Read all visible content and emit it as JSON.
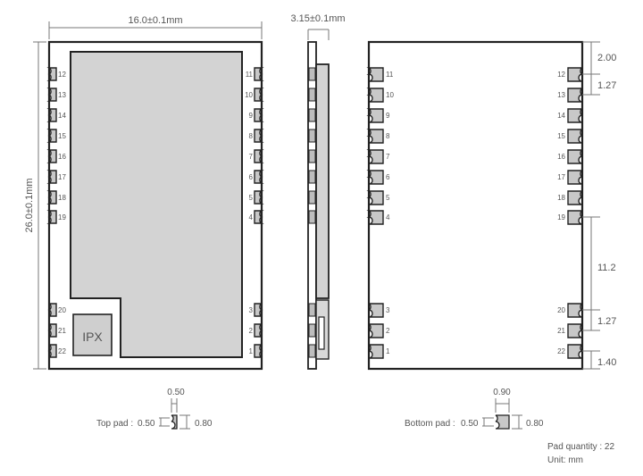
{
  "top_view": {
    "width_label": "16.0±0.1mm",
    "height_label": "26.0±0.1mm",
    "ipx_label": "IPX",
    "left_pins": [
      "12",
      "13",
      "14",
      "15",
      "16",
      "17",
      "18",
      "19",
      "20",
      "21",
      "22"
    ],
    "right_pins": [
      "11",
      "10",
      "9",
      "8",
      "7",
      "6",
      "5",
      "4",
      "3",
      "2",
      "1"
    ]
  },
  "side_view": {
    "thickness_label": "3.15±0.1mm"
  },
  "bottom_view": {
    "left_pins": [
      "11",
      "10",
      "9",
      "8",
      "7",
      "6",
      "5",
      "4",
      "3",
      "2",
      "1"
    ],
    "right_pins": [
      "12",
      "13",
      "14",
      "15",
      "16",
      "17",
      "18",
      "19",
      "20",
      "21",
      "22"
    ],
    "dims": {
      "top_to_pin12": "2.00",
      "pitch_top": "1.27",
      "gap": "11.2",
      "pitch_bottom": "1.27",
      "pin22_to_bottom": "1.40"
    }
  },
  "top_pad": {
    "label": "Top pad :",
    "width": "0.50",
    "notch": "0.50",
    "height": "0.80"
  },
  "bottom_pad": {
    "label": "Bottom pad :",
    "width": "0.90",
    "notch": "0.50",
    "height": "0.80"
  },
  "notes": {
    "pad_quantity": "Pad quantity : 22",
    "unit": "Unit:  mm"
  },
  "colors": {
    "outline": "#222222",
    "shield_fill": "#d3d3d3",
    "pad_fill": "#c8c8c8",
    "dim_line": "#777777"
  }
}
